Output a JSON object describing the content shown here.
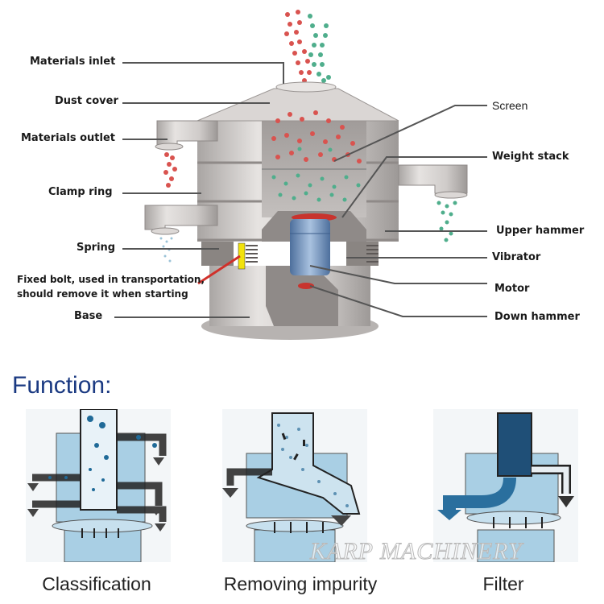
{
  "diagram": {
    "left_labels": [
      {
        "id": "materials-inlet",
        "text": "Materials inlet"
      },
      {
        "id": "dust-cover",
        "text": "Dust cover"
      },
      {
        "id": "materials-outlet",
        "text": "Materials outlet"
      },
      {
        "id": "clamp-ring",
        "text": "Clamp ring"
      },
      {
        "id": "spring",
        "text": "Spring"
      },
      {
        "id": "base",
        "text": "Base"
      }
    ],
    "note": {
      "line1": "Fixed bolt, used in transportation,",
      "line2": "should remove it when starting"
    },
    "right_labels": [
      {
        "id": "screen",
        "text": "Screen"
      },
      {
        "id": "weight-stack",
        "text": "Weight stack"
      },
      {
        "id": "upper-hammer",
        "text": "Upper hammer"
      },
      {
        "id": "vibrator",
        "text": "Vibrator"
      },
      {
        "id": "motor",
        "text": "Motor"
      },
      {
        "id": "down-hammer",
        "text": "Down hammer"
      }
    ]
  },
  "functions": {
    "title": "Function:",
    "items": [
      {
        "id": "classification",
        "caption": "Classification"
      },
      {
        "id": "removing-impurity",
        "caption": "Removing impurity"
      },
      {
        "id": "filter",
        "caption": "Filter"
      }
    ],
    "watermark": "KARP MACHINERY"
  },
  "colors": {
    "title_blue": "#1b3a82",
    "steel": "#c9c6c4",
    "particle_red": "#d9534f",
    "particle_green": "#4fae8c",
    "panel_blue": "#a9cfe4",
    "flow_blue": "#2a6f9e"
  }
}
